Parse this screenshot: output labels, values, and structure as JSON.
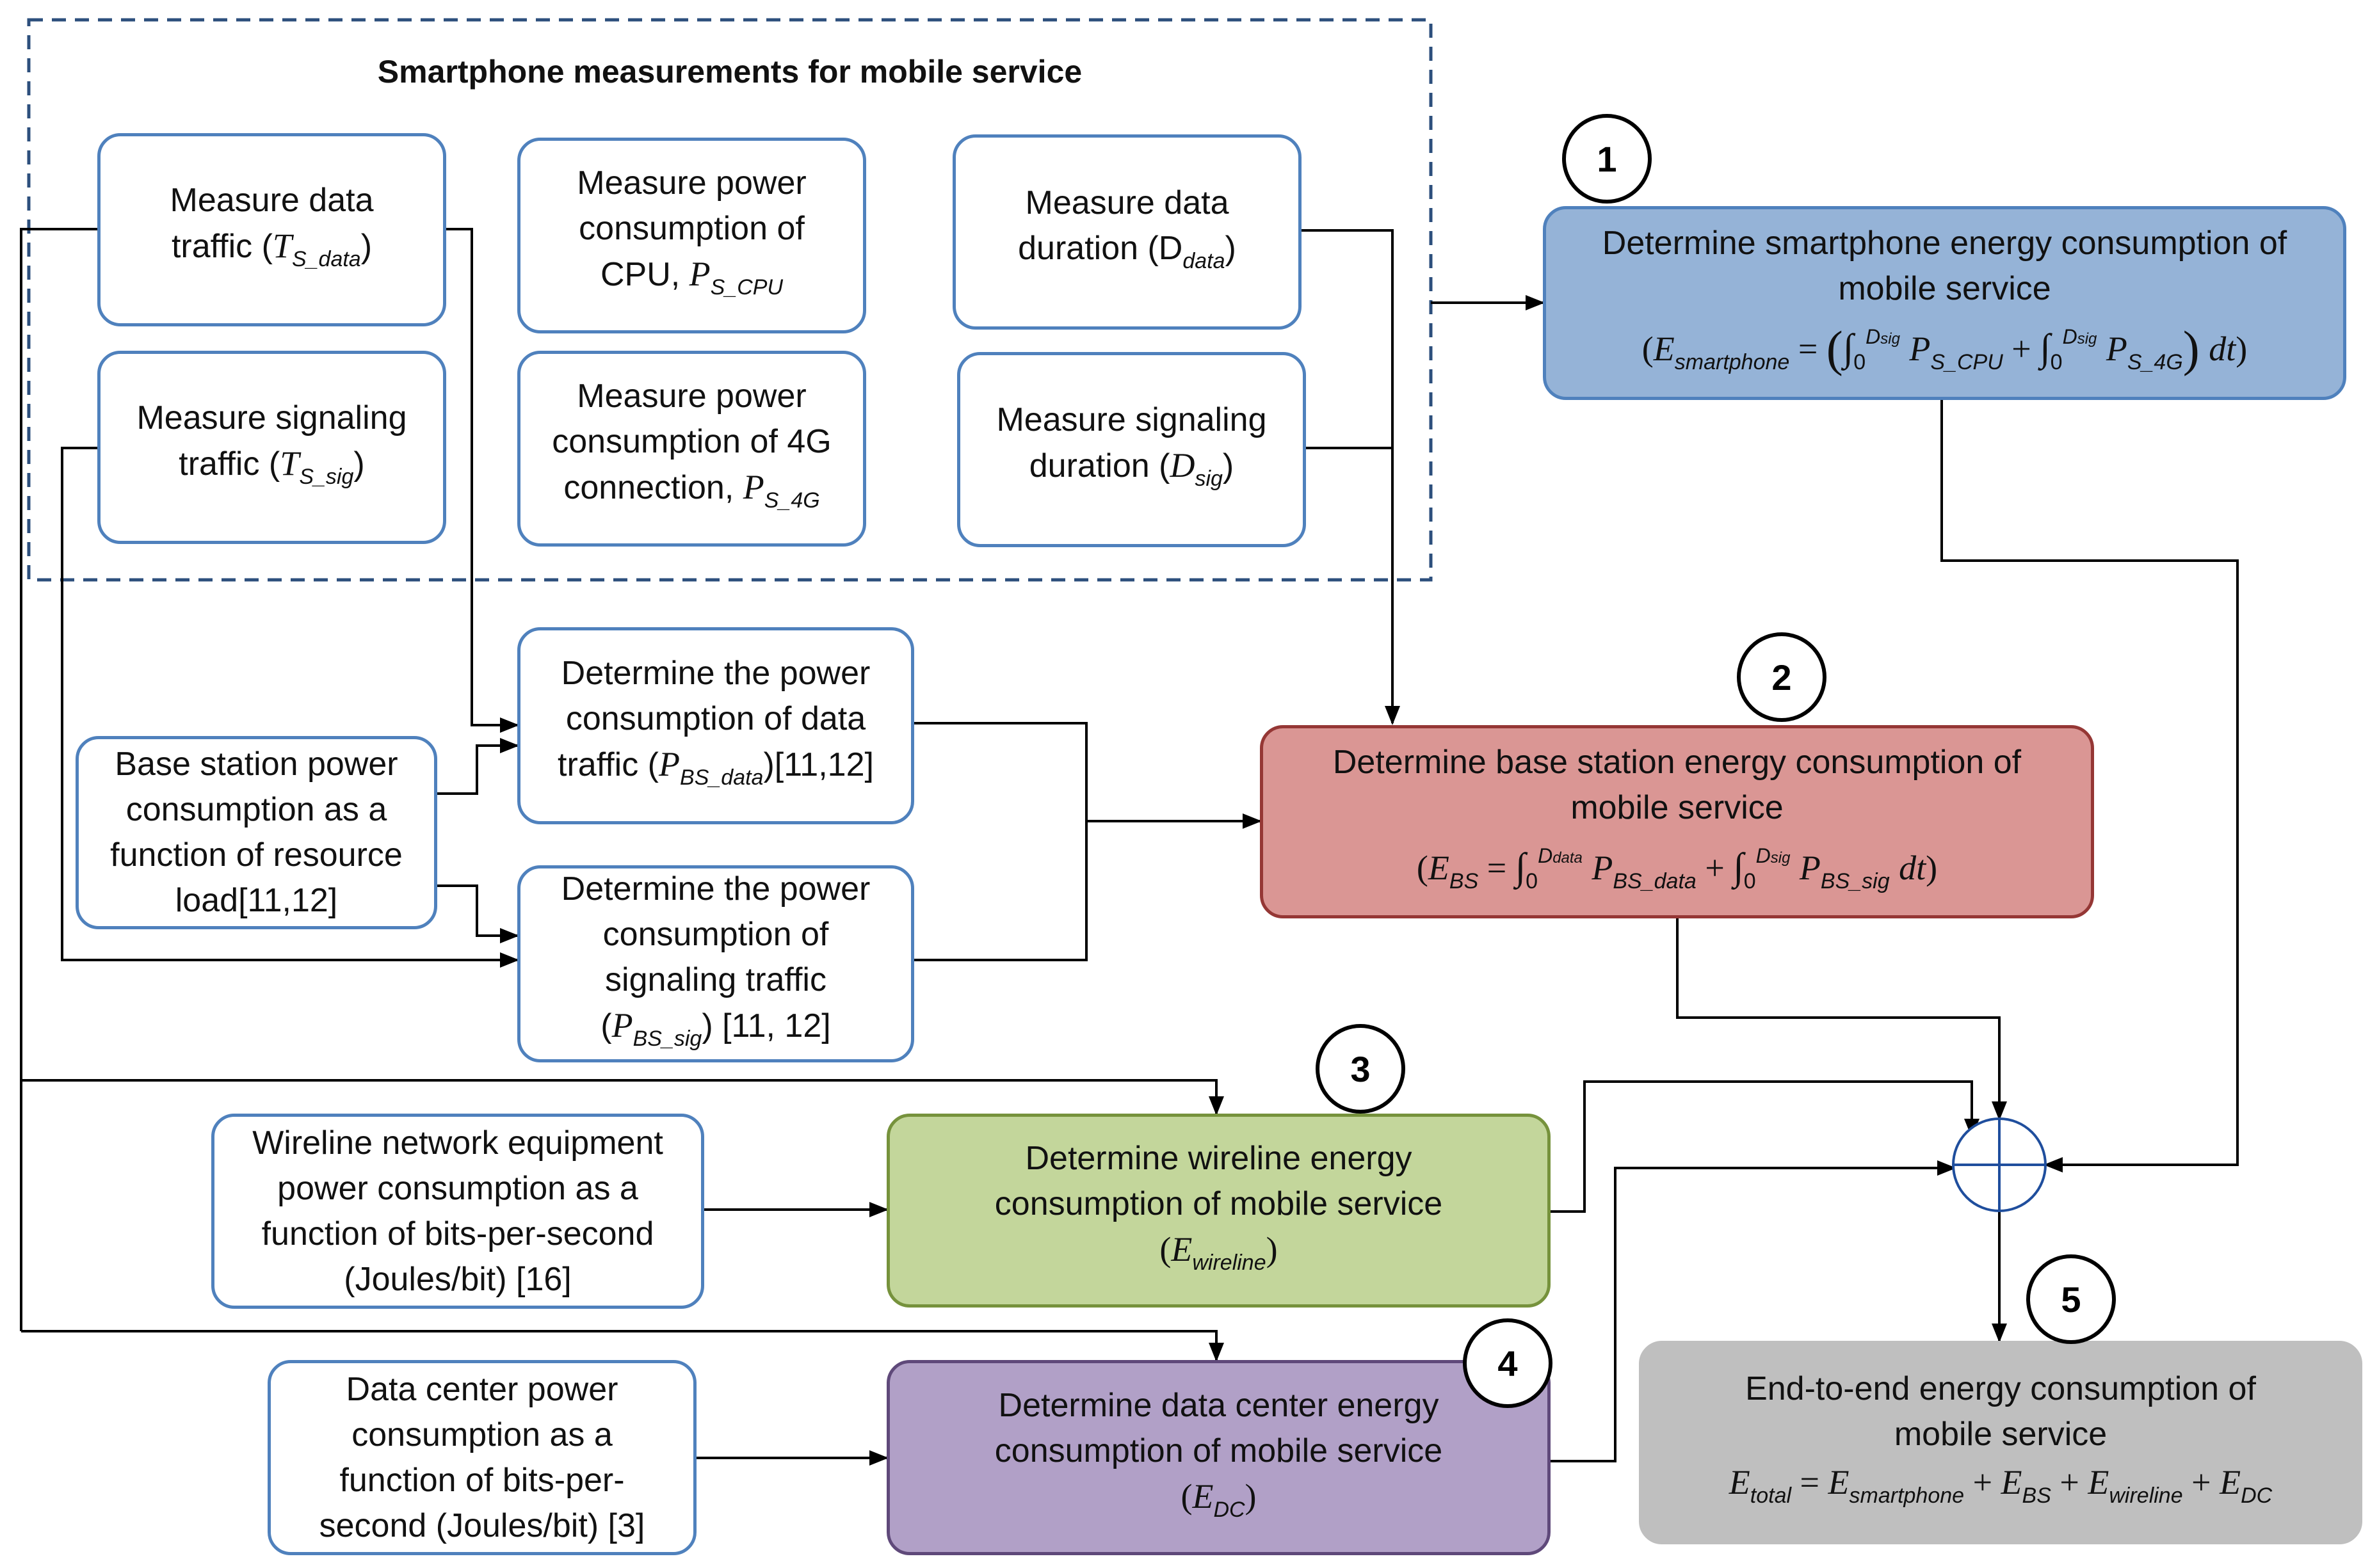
{
  "group": {
    "title": "Smartphone measurements for mobile service"
  },
  "measurements": {
    "data_traffic": {
      "line1": "Measure data",
      "line2": "traffic (",
      "sym": "T",
      "sub": "S_data",
      "close": ")"
    },
    "signal_traffic": {
      "line1": "Measure signaling",
      "line2": "traffic (",
      "sym": "T",
      "sub": "S_sig",
      "close": ")"
    },
    "cpu": {
      "line1": "Measure power",
      "line2": "consumption of",
      "line3": "CPU, ",
      "sym": "P",
      "sub": "S_CPU"
    },
    "4g": {
      "line1": "Measure power",
      "line2": "consumption of 4G",
      "line3": "connection, ",
      "sym": "P",
      "sub": "S_4G"
    },
    "data_duration": {
      "line1": "Measure data",
      "line2": "duration (D",
      "sub": "data",
      "close": ")"
    },
    "signal_duration": {
      "line1": "Measure signaling",
      "line2": "duration (",
      "sym": "D",
      "sub": "sig",
      "close": ")"
    }
  },
  "bs_load": {
    "line1": "Base station power",
    "line2": "consumption as a",
    "line3": "function of resource",
    "line4": "load[11,12]"
  },
  "p_bs_data": {
    "line1": "Determine the power",
    "line2": "consumption of data",
    "line3a": "traffic (",
    "sym": "P",
    "sub": "BS_data",
    "line3b": ")[11,12]"
  },
  "p_bs_sig": {
    "line1": "Determine the power",
    "line2": "consumption of",
    "line3": "signaling traffic",
    "line4a": "(",
    "sym": "P",
    "sub": "BS_sig",
    "line4b": ") [11, 12]"
  },
  "wireline_eq": {
    "line1": "Wireline network equipment",
    "line2": "power consumption as a",
    "line3": "function of bits-per-second",
    "line4": "(Joules/bit) [16]"
  },
  "dc_eq": {
    "line1": "Data center power",
    "line2": "consumption as a",
    "line3": "function of bits-per-",
    "line4": "second (Joules/bit) [3]"
  },
  "smartphone": {
    "line1": "Determine smartphone energy consumption of",
    "line2": "mobile service",
    "eq": {
      "lhs": "E",
      "lhs_sub": "smartphone",
      "eq": " = ",
      "int": "∫",
      "lower": "0",
      "upper": "D",
      "upper_sub": "sig",
      "p1": "P",
      "p1_sub": "S_CPU",
      "plus": " + ",
      "p2": "P",
      "p2_sub": "S_4G",
      "dt": "dt"
    }
  },
  "bs": {
    "line1": "Determine base station energy consumption of",
    "line2": "mobile service",
    "eq": {
      "lhs": "E",
      "lhs_sub": "BS",
      "eq": " = ",
      "int": "∫",
      "lower": "0",
      "upper1": "D",
      "upper1_sub": "data",
      "p1": "P",
      "p1_sub": "BS_data",
      "plus": " + ",
      "upper2": "D",
      "upper2_sub": "sig",
      "p2": "P",
      "p2_sub": "BS_sig",
      "dt": "dt"
    }
  },
  "wireline": {
    "line1": "Determine wireline energy",
    "line2": "consumption of mobile service",
    "sym": "E",
    "sub": "wireline"
  },
  "dc": {
    "line1": "Determine data center energy",
    "line2": "consumption of mobile service",
    "sym": "E",
    "sub": "DC"
  },
  "total": {
    "line1": "End-to-end energy consumption of",
    "line2": "mobile service",
    "eq": {
      "lhs": "E",
      "lhs_sub": "total",
      "eq": " = ",
      "t1": "E",
      "t1_sub": "smartphone",
      "plus": " + ",
      "t2": "E",
      "t2_sub": "BS",
      "t3": "E",
      "t3_sub": "wireline",
      "t4": "E",
      "t4_sub": "DC"
    }
  },
  "step_numbers": [
    "1",
    "2",
    "3",
    "4",
    "5"
  ],
  "colors": {
    "blue": "#95b3d7",
    "red": "#da9694",
    "green": "#c3d69b",
    "purple": "#b1a0c7",
    "gray": "#bfbfbf",
    "sum_node": "#1f4e9d"
  }
}
